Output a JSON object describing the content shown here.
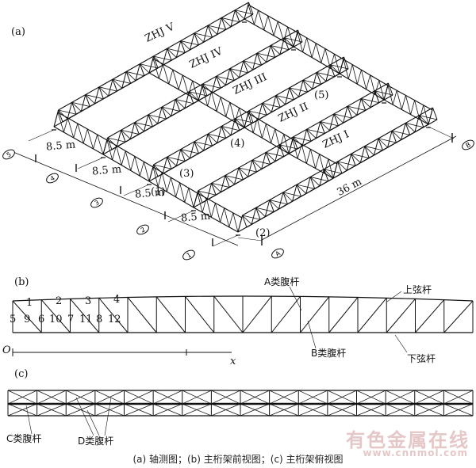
{
  "panels": {
    "a": "(a)",
    "b": "(b)",
    "c": "(c)"
  },
  "truss_labels": [
    "ZHJ V",
    "ZHJ IV",
    "ZHJ III",
    "ZHJ II",
    "ZHJ I"
  ],
  "node_labels": [
    "(1)",
    "(2)",
    "(3)",
    "(4)",
    "(5)"
  ],
  "dims": {
    "bay": "8.5 m",
    "length": "36 m"
  },
  "axis_bubbles": [
    "5",
    "4",
    "3",
    "2",
    "1",
    "A",
    "B"
  ],
  "front_view": {
    "top_numbers": [
      "1",
      "2",
      "3",
      "4"
    ],
    "bottom_numbers": [
      "5",
      "9",
      "6",
      "10",
      "7",
      "11",
      "8",
      "12"
    ],
    "a_member": "A类腹杆",
    "b_member": "B类腹杆",
    "top_chord": "上弦杆",
    "bottom_chord": "下弦杆",
    "origin": "O",
    "x_axis": "x"
  },
  "top_view": {
    "c_member": "C类腹杆",
    "d_member": "D类腹杆"
  },
  "caption": "(a) 轴测图；(b) 主桁架前视图；(c) 主桁架俯视图",
  "watermark": "有色金属在线",
  "watermark_url": "www.cnnmol.com"
}
